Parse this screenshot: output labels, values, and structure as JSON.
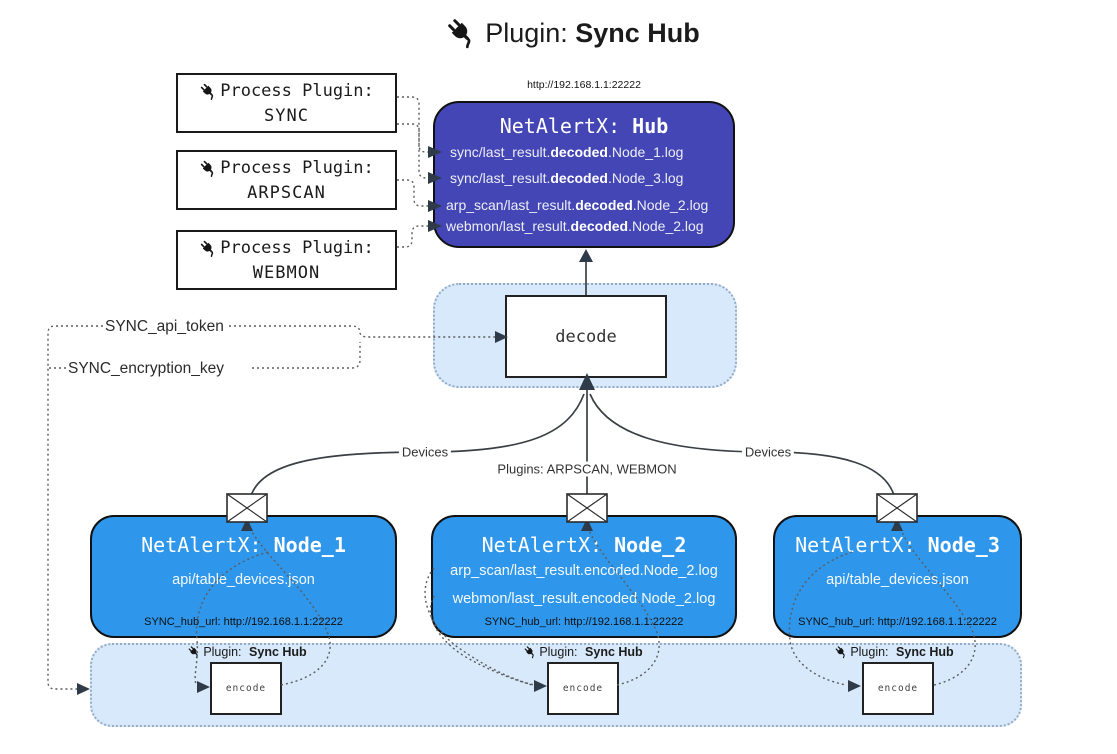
{
  "colors": {
    "hub_fill": "#4446B5",
    "node_fill": "#2E96EB",
    "panel_fill": "#D7E9FB",
    "panel_border": "#94ACC6"
  },
  "title": {
    "prefix": "Plugin:",
    "bold": "Sync Hub"
  },
  "hub": {
    "url": "http://192.168.1.1:22222",
    "name_prefix": "NetAlertX:",
    "name_bold": "Hub",
    "logs": [
      {
        "pre": "sync/last_result.",
        "bold": "decoded",
        "post": ".Node_1.log"
      },
      {
        "pre": "sync/last_result.",
        "bold": "decoded",
        "post": ".Node_3.log"
      },
      {
        "pre": "arp_scan/last_result.",
        "bold": "decoded",
        "post": ".Node_2.log"
      },
      {
        "pre": "webmon/last_result.",
        "bold": "decoded",
        "post": ".Node_2.log"
      }
    ]
  },
  "process_plugins": [
    {
      "label": "Process Plugin:",
      "name": "SYNC"
    },
    {
      "label": "Process Plugin:",
      "name": "ARPSCAN"
    },
    {
      "label": "Process Plugin:",
      "name": "WEBMON"
    }
  ],
  "decode_label": "decode",
  "encode_label": "encode",
  "settings": {
    "api_token": "SYNC_api_token",
    "encryption_key": "SYNC_encryption_key"
  },
  "edge_labels": {
    "devices_left": "Devices",
    "devices_right": "Devices",
    "plugins": "Plugins: ARPSCAN, WEBMON"
  },
  "nodes": [
    {
      "name_prefix": "NetAlertX:",
      "name_bold": "Node_1",
      "files": [
        "api/table_devices.json"
      ],
      "hub_url": "SYNC_hub_url: http://192.168.1.1:22222",
      "plugin_prefix": "Plugin:",
      "plugin_bold": "Sync Hub"
    },
    {
      "name_prefix": "NetAlertX:",
      "name_bold": "Node_2",
      "files": [
        "arp_scan/last_result.encoded.Node_2.log",
        "webmon/last_result.encoded.Node_2.log"
      ],
      "hub_url": "SYNC_hub_url: http://192.168.1.1:22222",
      "plugin_prefix": "Plugin:",
      "plugin_bold": "Sync Hub"
    },
    {
      "name_prefix": "NetAlertX:",
      "name_bold": "Node_3",
      "files": [
        "api/table_devices.json"
      ],
      "hub_url": "SYNC_hub_url: http://192.168.1.1:22222",
      "plugin_prefix": "Plugin:",
      "plugin_bold": "Sync Hub"
    }
  ]
}
